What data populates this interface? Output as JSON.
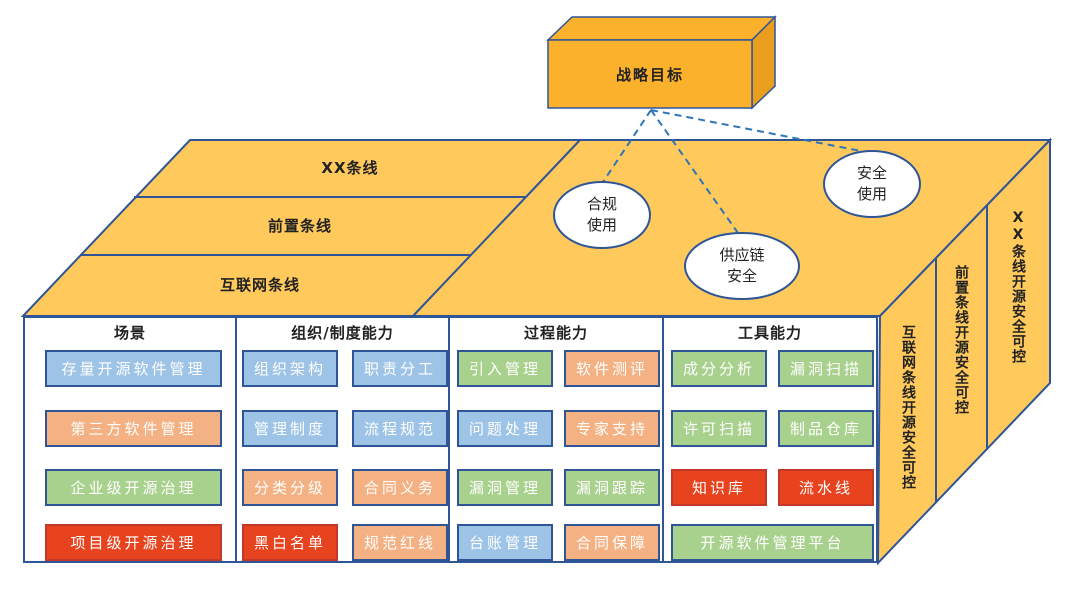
{
  "colors": {
    "top_face": "#FFC95C",
    "side_face": "#FFC95C",
    "goal_front": "#FBB12B",
    "goal_top": "#FBB12B",
    "goal_side": "#E99E1E",
    "outline": "#2F5597",
    "dashed_line": "#2E75B6",
    "blue": "#9DC3E6",
    "orange": "#F4B183",
    "green": "#A9D18E",
    "red": "#E8431F"
  },
  "goal": {
    "label": "战略目标"
  },
  "top_layers": [
    {
      "label": "XX条线"
    },
    {
      "label": "前置条线"
    },
    {
      "label": "互联网条线"
    }
  ],
  "objectives": [
    {
      "line1": "合规",
      "line2": "使用"
    },
    {
      "line1": "供应链",
      "line2": "安全"
    },
    {
      "line1": "安全",
      "line2": "使用"
    }
  ],
  "side_layers": [
    {
      "label": "互联网条线开源安全可控"
    },
    {
      "label": "前置条线开源安全可控"
    },
    {
      "label": "XX条线开源安全可控"
    }
  ],
  "columns": [
    {
      "title": "场景",
      "items": [
        {
          "label": "存量开源软件管理",
          "color": "blue"
        },
        {
          "label": "第三方软件管理",
          "color": "orange"
        },
        {
          "label": "企业级开源治理",
          "color": "green"
        },
        {
          "label": "项目级开源治理",
          "color": "red"
        }
      ]
    },
    {
      "title": "组织/制度能力",
      "items": [
        {
          "label": "组织架构",
          "color": "blue"
        },
        {
          "label": "职责分工",
          "color": "blue"
        },
        {
          "label": "管理制度",
          "color": "blue"
        },
        {
          "label": "流程规范",
          "color": "blue"
        },
        {
          "label": "分类分级",
          "color": "orange"
        },
        {
          "label": "合同义务",
          "color": "orange"
        },
        {
          "label": "黑白名单",
          "color": "red"
        },
        {
          "label": "规范红线",
          "color": "orange"
        }
      ]
    },
    {
      "title": "过程能力",
      "items": [
        {
          "label": "引入管理",
          "color": "green"
        },
        {
          "label": "软件测评",
          "color": "orange"
        },
        {
          "label": "问题处理",
          "color": "blue"
        },
        {
          "label": "专家支持",
          "color": "orange"
        },
        {
          "label": "漏洞管理",
          "color": "green"
        },
        {
          "label": "漏洞跟踪",
          "color": "green"
        },
        {
          "label": "台账管理",
          "color": "blue"
        },
        {
          "label": "合同保障",
          "color": "orange"
        }
      ]
    },
    {
      "title": "工具能力",
      "items": [
        {
          "label": "成分分析",
          "color": "green"
        },
        {
          "label": "漏洞扫描",
          "color": "green"
        },
        {
          "label": "许可扫描",
          "color": "green"
        },
        {
          "label": "制品仓库",
          "color": "green"
        },
        {
          "label": "知识库",
          "color": "red"
        },
        {
          "label": "流水线",
          "color": "red"
        },
        {
          "label": "开源软件管理平台",
          "color": "green"
        }
      ]
    }
  ]
}
